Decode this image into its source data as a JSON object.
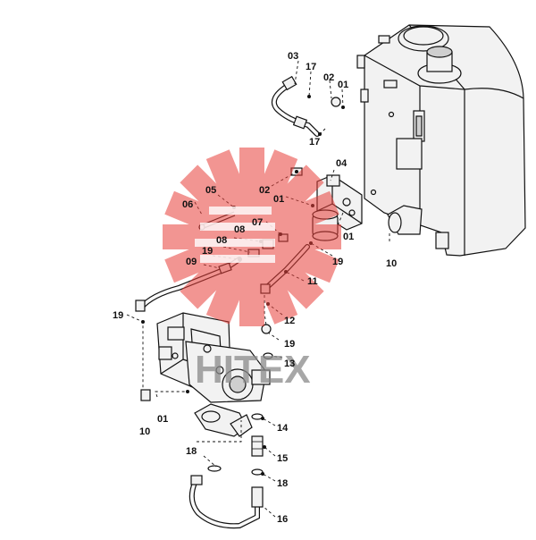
{
  "diagram": {
    "callouts": [
      "03",
      "17",
      "02",
      "01",
      "17",
      "04",
      "05",
      "06",
      "02",
      "01",
      "07",
      "01",
      "08",
      "08",
      "19",
      "09",
      "19",
      "11",
      "10",
      "19",
      "12",
      "19",
      "13",
      "01",
      "10",
      "14",
      "15",
      "18",
      "18",
      "16"
    ]
  },
  "watermark": {
    "text": "HITEX",
    "color": "#e8403a"
  }
}
